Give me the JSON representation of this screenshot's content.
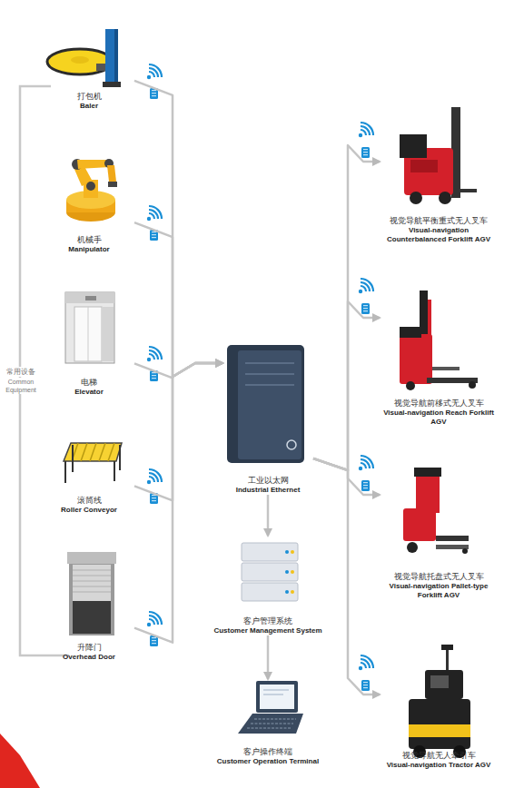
{
  "diagram": {
    "nodes": [
      {
        "text": [
          "打包机",
          "Baler"
        ]
      },
      {
        "text": [
          "机械手",
          "Manipulator"
        ]
      },
      {
        "text": [
          "电梯",
          "Elevator"
        ]
      },
      {
        "text": [
          "滚筒线",
          "Roller Conveyor"
        ]
      },
      {
        "text": [
          "升降门",
          "Overhead Door"
        ]
      },
      {
        "text": [
          "工业以太网",
          "Industrial Ethernet"
        ]
      },
      {
        "text": [
          "客户管理系统",
          "Customer Management System"
        ]
      },
      {
        "text": [
          "客户操作终端",
          "Customer Operation Terminal"
        ]
      },
      {
        "text": [
          "视觉导航平衡重式无人叉车",
          "Visual-navigation Counterbalanced Forklift AGV"
        ]
      },
      {
        "text": [
          "视觉导航前移式无人叉车",
          "Visual-navigation Reach Forklift AGV"
        ]
      },
      {
        "text": [
          "视觉导航托盘式无人叉车",
          "Visual-navigation Pallet-type Forklift AGV"
        ]
      },
      {
        "text": [
          "视觉导航无人牵引车",
          "Visual-navigation Tractor AGV"
        ]
      }
    ],
    "edges": [
      {
        "from": 0,
        "to": 5,
        "arrow": "to"
      },
      {
        "from": 1,
        "to": 5,
        "arrow": "to"
      },
      {
        "from": 2,
        "to": 5,
        "arrow": "to"
      },
      {
        "from": 3,
        "to": 5,
        "arrow": "to"
      },
      {
        "from": 4,
        "to": 5,
        "arrow": "to"
      },
      {
        "from": 5,
        "to": 6,
        "arrow": "to"
      },
      {
        "from": 6,
        "to": 7,
        "arrow": "to"
      },
      {
        "from": 5,
        "to": 8,
        "arrow": "to"
      },
      {
        "from": 5,
        "to": 9,
        "arrow": "to"
      },
      {
        "from": 5,
        "to": 10,
        "arrow": "to"
      },
      {
        "from": 5,
        "to": 11,
        "arrow": "to"
      }
    ],
    "labels": [
      "常用设备",
      "Common Equipment"
    ]
  }
}
